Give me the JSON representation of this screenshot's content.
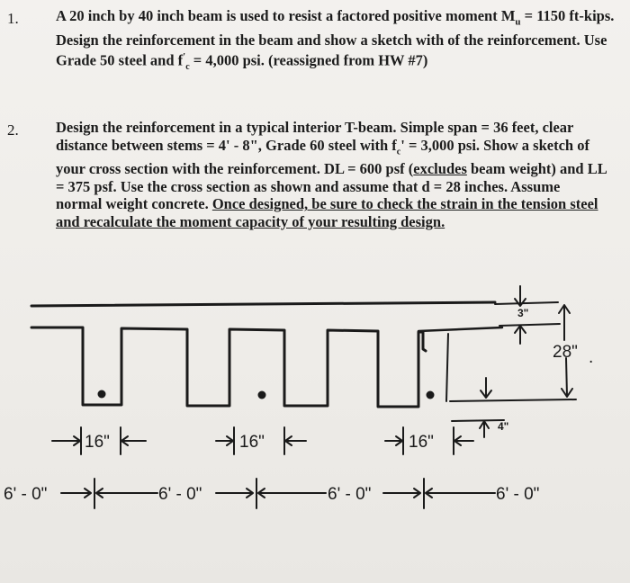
{
  "problem1": {
    "number": "1.",
    "line1": "A 20 inch by 40 inch beam is used to resist a factored positive moment M",
    "line1_sub": "u",
    "line1_end": " = 1150 ft-kips.",
    "line2": "Design the reinforcement in the beam and show a sketch with of the reinforcement.  Use",
    "line3": "Grade 50 steel and f",
    "line3_sup": "'",
    "line3_sub": "c",
    "line3_end": " = 4,000 psi.  (reassigned from HW #7)"
  },
  "problem2": {
    "number": "2.",
    "line1": "Design the reinforcement in a typical interior T-beam.  Simple span = 36 feet, clear",
    "line2a": "distance between stems = 4' - 8\", ",
    "line2b": "Grade 60",
    "line2c": " steel with f",
    "line2_sub": "c",
    "line2d": "' = 3,000 psi.  Show a sketch of",
    "line3a": "your cross section with the reinforcement.  DL = 600 psf (",
    "line3b": "excludes",
    "line3c": " beam weight) and LL",
    "line4": "= 375 psf.  Use the cross section as shown and assume that d = 28 inches.  Assume",
    "line5a": "normal weight concrete. ",
    "line5b": " Once designed, be sure to check the strain in the tension steel",
    "line6": "and recalculate the moment capacity of your resulting design",
    "line6_end": "."
  },
  "diagram": {
    "slab_thickness": "3\"",
    "depth": "28\"",
    "flange_drop": "4\"",
    "stem_widths": [
      "16\"",
      "16\"",
      "16\""
    ],
    "spacings": [
      "6' - 0\"",
      "6' - 0\"",
      "6' - 0\"",
      "6' - 0\""
    ]
  }
}
